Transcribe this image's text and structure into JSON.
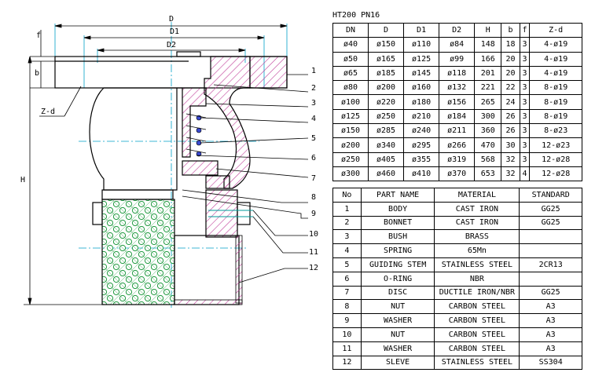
{
  "drawing": {
    "dimension_labels": {
      "D": "D",
      "D1": "D1",
      "D2": "D2",
      "f": "f",
      "b": "b",
      "H": "H",
      "Zd": "Z-d"
    },
    "callouts": [
      "1",
      "2",
      "3",
      "4",
      "5",
      "6",
      "7",
      "8",
      "9",
      "10",
      "11",
      "12"
    ]
  },
  "dimension_table": {
    "caption": "HT200  PN16",
    "headers": [
      "DN",
      "D",
      "D1",
      "D2",
      "H",
      "b",
      "f",
      "Z-d"
    ],
    "rows": [
      [
        "ø40",
        "ø150",
        "ø110",
        "ø84",
        "148",
        "18",
        "3",
        "4-ø19"
      ],
      [
        "ø50",
        "ø165",
        "ø125",
        "ø99",
        "166",
        "20",
        "3",
        "4-ø19"
      ],
      [
        "ø65",
        "ø185",
        "ø145",
        "ø118",
        "201",
        "20",
        "3",
        "4-ø19"
      ],
      [
        "ø80",
        "ø200",
        "ø160",
        "ø132",
        "221",
        "22",
        "3",
        "8-ø19"
      ],
      [
        "ø100",
        "ø220",
        "ø180",
        "ø156",
        "265",
        "24",
        "3",
        "8-ø19"
      ],
      [
        "ø125",
        "ø250",
        "ø210",
        "ø184",
        "300",
        "26",
        "3",
        "8-ø19"
      ],
      [
        "ø150",
        "ø285",
        "ø240",
        "ø211",
        "360",
        "26",
        "3",
        "8-ø23"
      ],
      [
        "ø200",
        "ø340",
        "ø295",
        "ø266",
        "470",
        "30",
        "3",
        "12-ø23"
      ],
      [
        "ø250",
        "ø405",
        "ø355",
        "ø319",
        "568",
        "32",
        "3",
        "12-ø28"
      ],
      [
        "ø300",
        "ø460",
        "ø410",
        "ø370",
        "653",
        "32",
        "4",
        "12-ø28"
      ]
    ]
  },
  "parts_table": {
    "headers": [
      "No",
      "PART NAME",
      "MATERIAL",
      "STANDARD"
    ],
    "rows": [
      [
        "1",
        "BODY",
        "CAST IRON",
        "GG25"
      ],
      [
        "2",
        "BONNET",
        "CAST IRON",
        "GG25"
      ],
      [
        "3",
        "BUSH",
        "BRASS",
        ""
      ],
      [
        "4",
        "SPRING",
        "65Mn",
        ""
      ],
      [
        "5",
        "GUIDING STEM",
        "STAINLESS STEEL",
        "2CR13"
      ],
      [
        "6",
        "O-RING",
        "NBR",
        ""
      ],
      [
        "7",
        "DISC",
        "DUCTILE IRON/NBR",
        "GG25"
      ],
      [
        "8",
        "NUT",
        "CARBON STEEL",
        "A3"
      ],
      [
        "9",
        "WASHER",
        "CARBON STEEL",
        "A3"
      ],
      [
        "10",
        "NUT",
        "CARBON STEEL",
        "A3"
      ],
      [
        "11",
        "WASHER",
        "CARBON STEEL",
        "A3"
      ],
      [
        "12",
        "SLEVE",
        "STAINLESS STEEL",
        "SS304"
      ]
    ]
  },
  "colors": {
    "hatch": "#c0409a",
    "line": "#000000",
    "centerline": "#00a0c8",
    "ball": "#1f9a3f",
    "bolt": "#009a9a",
    "spring": "#3a4ad0"
  }
}
